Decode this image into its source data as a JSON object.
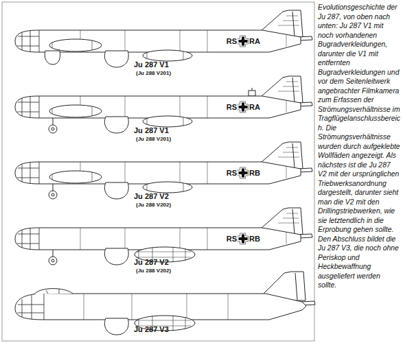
{
  "diagram": {
    "caption": "Evolutionsgeschichte der Ju 287, von oben nach unten: Ju 287 V1 mit noch vorhandenen Bugradverkleidungen, darunter die V1 mit entfernten Bugradverkleidungen und vor dem Seitenleitwerk angebrachter Filmkamera zum Erfassen der Strömungsverhältnisse im Tragflügelanschlussbereich. Die Strömungsverhältnisse wurden durch aufgeklebte Wollfäden angezeigt. Als nächstes ist die Ju 287 V2 mit der ursprünglichen Triebwerksanordnung dargestellt, darunter sieht man die V2 mit den Drillingstriebwerken, wie sie letztendlich in die Erprobung gehen sollte. Den Abschluss bildet die Ju 287 V3, die noch ohne Periskop und Heckbewaffnung ausgeliefert werden sollte.",
    "labels": [
      "RS",
      "RA",
      "Ju 287 V1",
      "(Ju 288 V201)",
      "RS",
      "RA",
      "Ju 287 V1",
      "(Ju 288 V201)",
      "RS",
      "RB",
      "Ju 287 V2",
      "(Ju 288 V202)",
      "RS",
      "RB",
      "Ju 287 V2",
      "(Ju 288 V202)",
      "Ju 287 V3"
    ]
  }
}
